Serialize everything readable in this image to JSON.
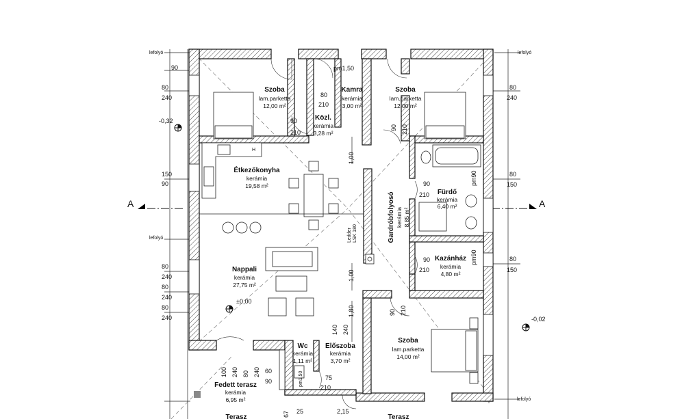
{
  "rooms": {
    "szoba1": {
      "name": "Szoba",
      "material": "lam.parketta",
      "area": "12,00 m²"
    },
    "kamra": {
      "name": "Kamra",
      "material": "kerámia",
      "area": "3,00 m²"
    },
    "szoba2": {
      "name": "Szoba",
      "material": "lam.parketta",
      "area": "12,00 m²"
    },
    "kozl": {
      "name": "Közl.",
      "material": "kerámia",
      "area": "3,28 m²"
    },
    "etkezo": {
      "name": "Étkezőkonyha",
      "material": "kerámia",
      "area": "19,58 m²"
    },
    "gardrob": {
      "name": "Gardróbfolyosó",
      "material": "kerámia",
      "area": "8,85 m²"
    },
    "furdo": {
      "name": "Fürdő",
      "material": "kerámia",
      "area": "6,40 m²"
    },
    "kazan": {
      "name": "Kazánház",
      "material": "kerámia",
      "area": "4,80 m²"
    },
    "nappali": {
      "name": "Nappali",
      "material": "kerámia",
      "area": "27,75 m²"
    },
    "szoba3": {
      "name": "Szoba",
      "material": "lam.parketta",
      "area": "14,00 m²"
    },
    "wc": {
      "name": "Wc",
      "material": "kerámia",
      "area": "1,11 m²"
    },
    "eloszoba": {
      "name": "Előszoba",
      "material": "kerámia",
      "area": "3,70 m²"
    },
    "terasz": {
      "name": "Fedett terasz",
      "material": "kerámia",
      "area": "6,95 m²"
    },
    "terasz2": {
      "name": "Terasz"
    },
    "terasz3": {
      "name": "Terasz"
    }
  },
  "labels": {
    "lefolyo": "lefolyó",
    "section": "A",
    "level_00": "±0,00",
    "level_n032": "-0,32",
    "level_n002": "-0,02",
    "pm150_top": "pm1,50",
    "pm90": "pm90",
    "pm150_wc": "pm1,50",
    "ledder": "Ledder",
    "lsk": "LSK 180",
    "h": "H"
  },
  "dims": {
    "left": [
      "90",
      "80",
      "240",
      "150",
      "90",
      "80",
      "240",
      "80",
      "240",
      "80",
      "240"
    ],
    "right": [
      "80",
      "240",
      "80",
      "150",
      "80",
      "150"
    ],
    "doors": [
      "80",
      "210",
      "90",
      "210",
      "90",
      "210",
      "90",
      "210",
      "90",
      "210",
      "90",
      "210"
    ],
    "corridor": [
      "1,00",
      "1,00",
      "1,80",
      "140",
      "240"
    ],
    "terrace": [
      "100",
      "240",
      "80",
      "240",
      "60",
      "90",
      "75",
      "210",
      "67",
      "25",
      "2,15"
    ]
  }
}
